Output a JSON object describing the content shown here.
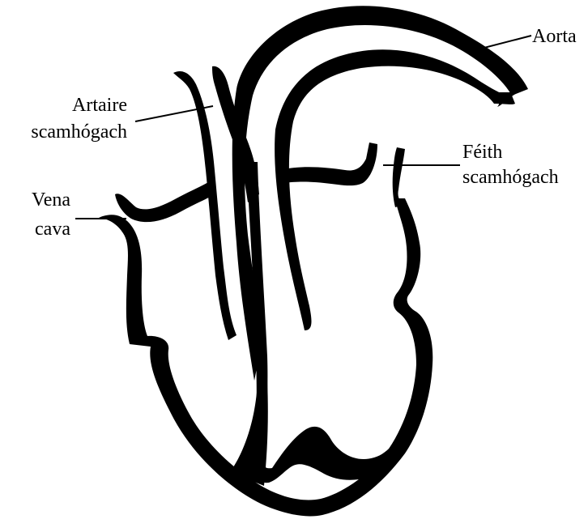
{
  "labels": {
    "aorta": "Aorta",
    "pulmonary_artery": [
      "Artaire",
      "scamhógach"
    ],
    "pulmonary_vein": [
      "Féith",
      "scamhógach"
    ],
    "vena_cava": [
      "Vena",
      "cava"
    ]
  },
  "colors": {
    "ink": "#000000",
    "background": "#ffffff"
  }
}
